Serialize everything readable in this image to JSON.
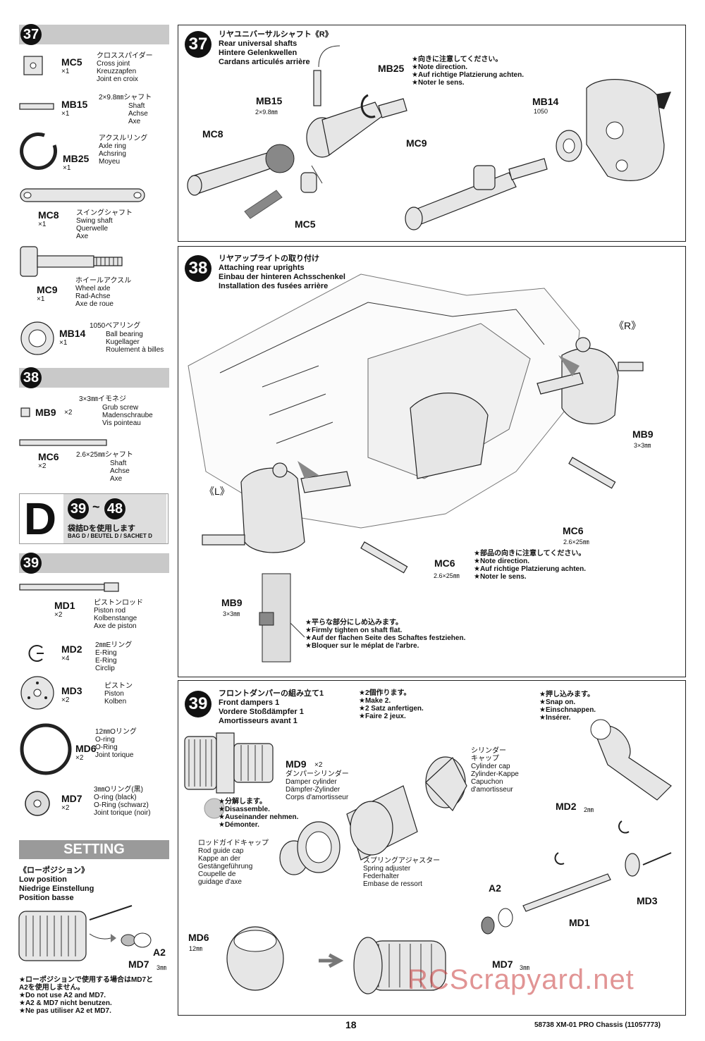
{
  "sidebar": {
    "step37": {
      "number": "37",
      "parts": [
        {
          "code": "MC5",
          "qty": "×1",
          "desc": "クロススパイダー\nCross joint\nKreuzzapfen\nJoint en croix"
        },
        {
          "code": "MB15",
          "qty": "×1",
          "spec": "2×9.8㎜シャフト",
          "desc": "Shaft\nAchse\nAxe"
        },
        {
          "code": "MB25",
          "qty": "×1",
          "desc": "アクスルリング\nAxle ring\nAchsring\nMoyeu"
        },
        {
          "code": "MC8",
          "qty": "×1",
          "desc": "スイングシャフト\nSwing shaft\nQuerwelle\nAxe"
        },
        {
          "code": "MC9",
          "qty": "×1",
          "desc": "ホイールアクスル\nWheel axle\nRad-Achse\nAxe de roue"
        },
        {
          "code": "MB14",
          "qty": "×1",
          "spec": "1050ベアリング",
          "desc": "Ball bearing\nKugellager\nRoulement à billes"
        }
      ]
    },
    "step38": {
      "number": "38",
      "parts": [
        {
          "code": "MB9",
          "qty": "×2",
          "spec": "3×3㎜イモネジ",
          "desc": "Grub screw\nMadenschraube\nVis pointeau"
        },
        {
          "code": "MC6",
          "qty": "×2",
          "spec": "2.6×25㎜シャフト",
          "desc": "Shaft\nAchse\nAxe"
        }
      ]
    },
    "bagD": {
      "letter": "D",
      "range_start": "39",
      "range_sep": "~",
      "range_end": "48",
      "jp": "袋詰Dを使用します",
      "langs": "BAG D / BEUTEL D / SACHET D"
    },
    "step39": {
      "number": "39",
      "parts": [
        {
          "code": "MD1",
          "qty": "×2",
          "desc": "ピストンロッド\nPiston rod\nKolbenstange\nAxe de piston"
        },
        {
          "code": "MD2",
          "qty": "×4",
          "desc": "2㎜Eリング\nE-Ring\nE-Ring\nCirclip"
        },
        {
          "code": "MD3",
          "qty": "×2",
          "desc": "ピストン\nPiston\nKolben"
        },
        {
          "code": "MD6",
          "qty": "×2",
          "desc": "12㎜Oリング\nO-ring\nO-Ring\nJoint torique"
        },
        {
          "code": "MD7",
          "qty": "×2",
          "desc": "3㎜Oリング(黒)\nO-ring (black)\nO-Ring (schwarz)\nJoint torique (noir)"
        }
      ]
    },
    "setting": {
      "title": "SETTING",
      "heading": "《ローポジション》\nLow position\nNiedrige Einstellung\nPosition basse",
      "a2": "A2",
      "md7": "MD7",
      "md7_size": "3㎜",
      "note": "★ローポジションで使用する場合はMD7と\nA2を使用しません。\n★Do not use A2 and MD7.\n★A2 & MD7 nicht benutzen.\n★Ne pas utiliser A2 et MD7."
    }
  },
  "step37": {
    "number": "37",
    "title": "リヤユニバーサルシャフト《R》\nRear universal shafts\nHintere Gelenkwellen\nCardans articulés arrière",
    "labels": {
      "mb25": "MB25",
      "mb15": "MB15",
      "mb15_size": "2×9.8㎜",
      "mc8": "MC8",
      "mc5": "MC5",
      "mc9": "MC9",
      "mb14": "MB14",
      "mb14_size": "1050"
    },
    "note": "★向きに注意してください。\n★Note direction.\n★Auf richtige Platzierung achten.\n★Noter le sens."
  },
  "step38": {
    "number": "38",
    "title": "リヤアップライトの取り付け\nAttaching rear uprights\nEinbau der hinteren Achsschenkel\nInstallation des fusées arrière",
    "labels": {
      "r": "《R》",
      "l": "《L》",
      "mb9": "MB9",
      "mb9_size": "3×3㎜",
      "mb9b": "MB9",
      "mb9b_size": "3×3㎜",
      "mc6": "MC6",
      "mc6_size": "2.6×25㎜",
      "mc6b": "MC6",
      "mc6b_size": "2.6×25㎜"
    },
    "note1": "★部品の向きに注意してください。\n★Note direction.\n★Auf richtige Platzierung achten.\n★Noter le sens.",
    "note2": "★平らな部分にしめ込みます。\n★Firmly tighten on shaft flat.\n★Auf der flachen Seite des Schaftes festziehen.\n★Bloquer sur le méplat de l'arbre."
  },
  "step39": {
    "number": "39",
    "title": "フロントダンパーの組み立て1\nFront dampers 1\nVordere Stoßdämpfer 1\nAmortisseurs avant 1",
    "make": "★2個作ります。\n★Make 2.\n★2 Satz anfertigen.\n★Faire 2 jeux.",
    "snap": "★押し込みます。\n★Snap on.\n★Einschnappen.\n★Insérer.",
    "md9": "MD9",
    "md9_qty": "×2",
    "md9_desc": "ダンパーシリンダー\nDamper cylinder\nDämpfer-Zylinder\nCorps d'amortisseur",
    "disassemble": "★分解します。\n★Disassemble.\n★Auseinander nehmen.\n★Démonter.",
    "cap": "シリンダー\nキャップ\nCylinder cap\nZylinder-Kappe\nCapuchon\nd'amortisseur",
    "rodguide": "ロッドガイドキャップ\nRod guide cap\nKappe an der\nGestängeführung\nCoupelle de\nguidage d'axe",
    "spring": "スプリングアジャスター\nSpring adjuster\nFederhalter\nEmbase de ressort",
    "labels": {
      "md2": "MD2",
      "md2_size": "2㎜",
      "md3": "MD3",
      "md1": "MD1",
      "a2": "A2",
      "md7": "MD7",
      "md7_size": "3㎜",
      "md6": "MD6",
      "md6_size": "12㎜"
    }
  },
  "footer": {
    "page": "18",
    "model": "58738 XM-01 PRO Chassis (11057773)",
    "watermark": "RCScrapyard.net"
  }
}
